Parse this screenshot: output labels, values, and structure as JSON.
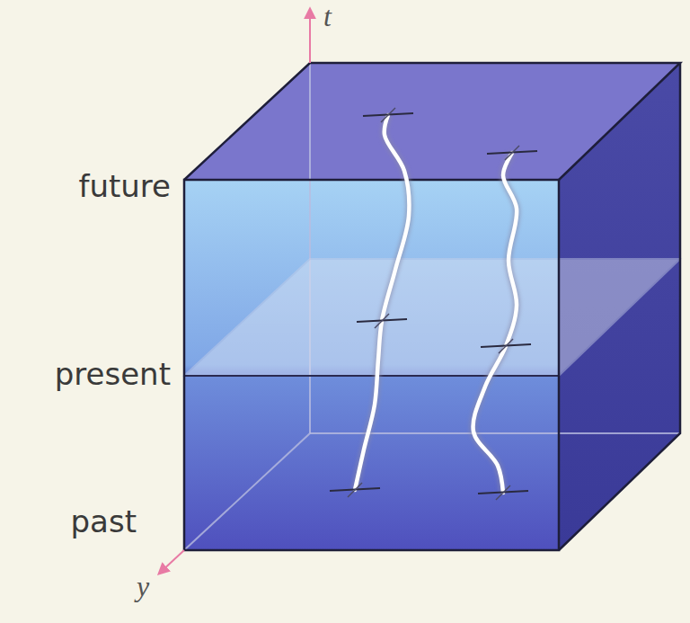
{
  "diagram": {
    "labels": [
      "t",
      "future",
      "present",
      "past",
      "y"
    ]
  }
}
